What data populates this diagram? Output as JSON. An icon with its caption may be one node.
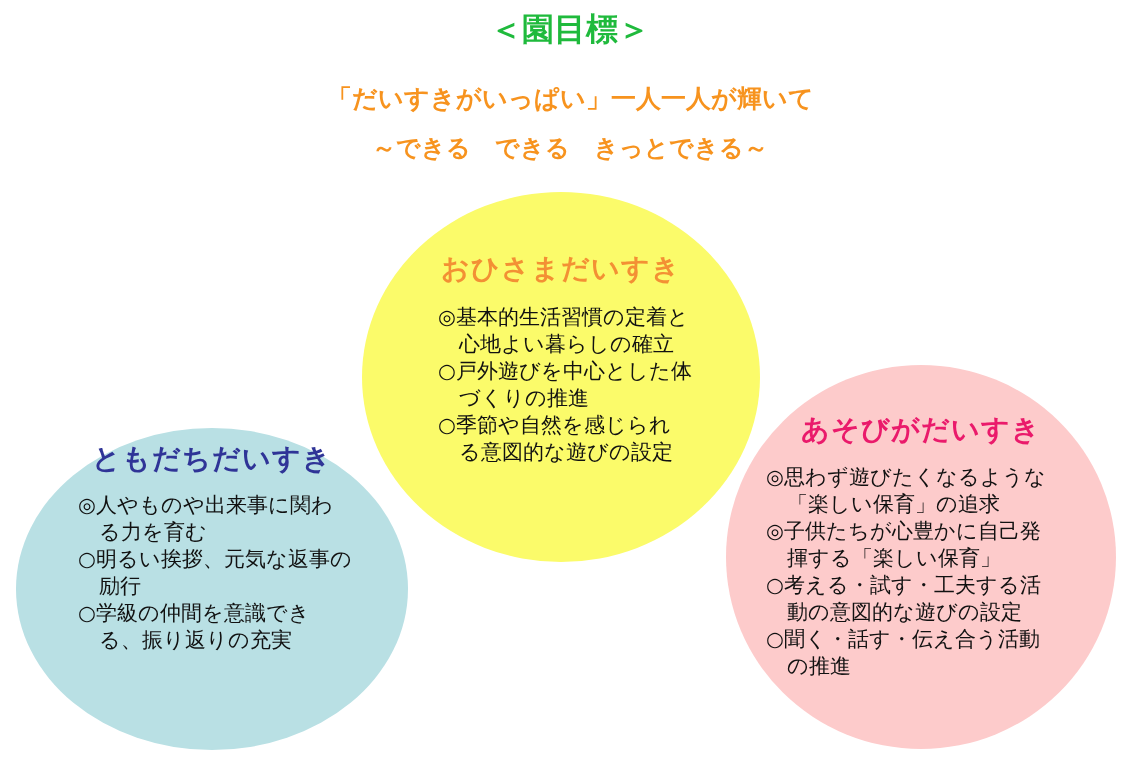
{
  "diagram": {
    "title": "＜園目標＞",
    "nodes": [
      {
        "text": [
          "おひさまだいすき",
          "◎基本的生活習慣の定着と心地よい暮らしの確立",
          "○戸外遊びを中心とした体づくりの推進",
          "○季節や自然を感じられる意図的な遊びの設定"
        ]
      },
      {
        "text": [
          "ともだちだいすき",
          "◎人やものや出来事に関わる力を育む",
          "○明るい挨拶、元気な返事の励行",
          "○学級の仲間を意識できる、振り返りの充実"
        ]
      },
      {
        "text": [
          "あそびがだいすき",
          "◎思わず遊びたくなるような「楽しい保育」の追求",
          "◎子供たちが心豊かに自己発揮する「楽しい保育」",
          "○考える・試す・工夫する活動の意図的な遊びの設定",
          "○聞く・話す・伝え合う活動の推進"
        ]
      }
    ],
    "labels": [
      "「だいすきがいっぱい」一人一人が輝いて",
      "～できる　できる　きっとできる～"
    ]
  }
}
